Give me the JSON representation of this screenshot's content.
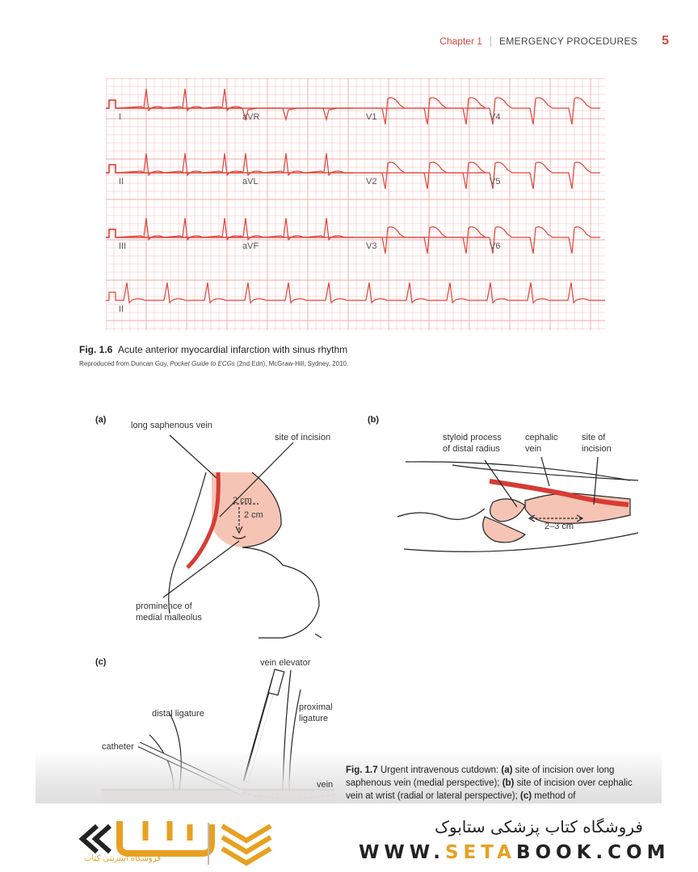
{
  "header": {
    "chapter": "Chapter 1",
    "section": "EMERGENCY PROCEDURES",
    "page": "5"
  },
  "ecg": {
    "leads": [
      [
        "I",
        "aVR",
        "V1",
        "V4"
      ],
      [
        "II",
        "aVL",
        "V2",
        "V5"
      ],
      [
        "III",
        "aVF",
        "V3",
        "V6"
      ],
      [
        "II"
      ]
    ]
  },
  "fig16": {
    "number": "Fig. 1.6",
    "title": "Acute anterior myocardial infarction with sinus rhythm",
    "credit_pre": "Reproduced from Duncan Guy, ",
    "credit_book": "Pocket Guide to ECGs",
    "credit_post": " (2nd Edn), McGraw-Hill, Sydney, 2010."
  },
  "fig17": {
    "panel_a": "(a)",
    "panel_b": "(b)",
    "panel_c": "(c)",
    "a_vein": "long saphenous vein",
    "a_incision": "site of incision",
    "a_dim1": "2 cm",
    "a_dim2": "2 cm",
    "a_malleolus_1": "prominence of",
    "a_malleolus_2": "medial malleolus",
    "b_styloid_1": "styloid process",
    "b_styloid_2": "of distal radius",
    "b_cephalic_1": "cephalic",
    "b_cephalic_2": "vein",
    "b_incision_1": "site of",
    "b_incision_2": "incision",
    "b_dim": "2–3 cm",
    "c_elevator": "vein elevator",
    "c_proximal_1": "proximal",
    "c_proximal_2": "ligature",
    "c_distal": "distal ligature",
    "c_catheter": "catheter",
    "c_vein": "vein",
    "number": "Fig. 1.7",
    "text_1": "  Urgent intravenous cutdown: ",
    "a_tag": "(a)",
    "text_2": " site of incision over long saphenous vein (medial perspective); ",
    "b_tag": "(b)",
    "text_3": " site of incision over cephalic vein at wrist (radial or lateral perspective); ",
    "c_tag": "(c)",
    "text_4": " method of"
  },
  "footer": {
    "store_name": "فروشگاه کتاب پزشکی ستابوک",
    "url_pre": "WWW.",
    "url_hl": "SETA",
    "url_post": "BOOK.COM",
    "logo_tag": "فروشگاه اینترنتی کتاب"
  },
  "colors": {
    "accent": "#d8483c",
    "ecg_trace": "#e0433a",
    "ecg_grid": "#f4a9a4",
    "vein": "#e05048",
    "skin": "#f6c4b4",
    "logo": "#e8a020"
  }
}
